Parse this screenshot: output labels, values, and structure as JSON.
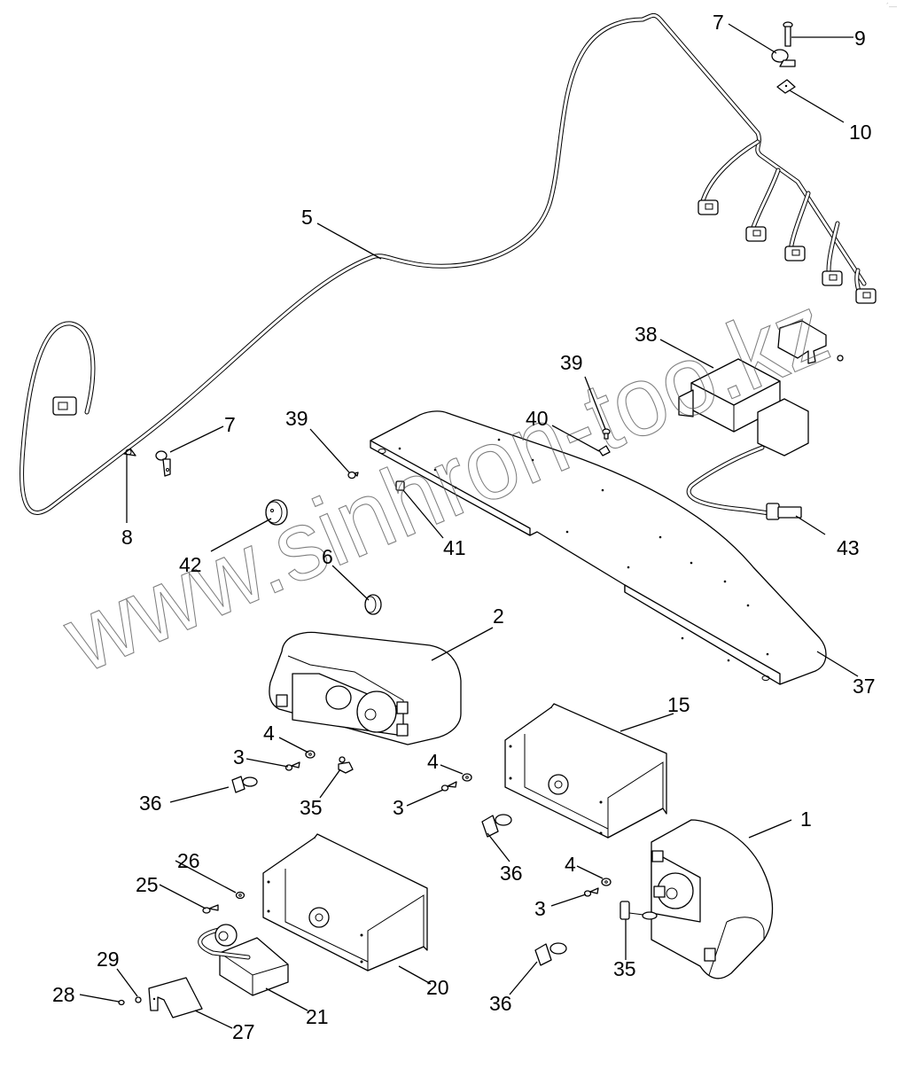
{
  "diagram": {
    "type": "exploded-parts-diagram",
    "subject": "Lighting assembly with wire harness, lamps and mounting bracket",
    "watermark": "www.sinhron-too.kz",
    "corner_mark": "´—",
    "colors": {
      "line": "#000000",
      "background": "#ffffff",
      "watermark": "#555555"
    },
    "callouts": [
      {
        "id": "c1",
        "label": "1",
        "part": "lamp-right"
      },
      {
        "id": "c2",
        "label": "2",
        "part": "lamp-left"
      },
      {
        "id": "c3a",
        "label": "3",
        "part": "screw"
      },
      {
        "id": "c3b",
        "label": "3",
        "part": "screw"
      },
      {
        "id": "c3c",
        "label": "3",
        "part": "screw"
      },
      {
        "id": "c4a",
        "label": "4",
        "part": "washer"
      },
      {
        "id": "c4b",
        "label": "4",
        "part": "washer"
      },
      {
        "id": "c4c",
        "label": "4",
        "part": "washer"
      },
      {
        "id": "c5",
        "label": "5",
        "part": "wire-harness"
      },
      {
        "id": "c6",
        "label": "6",
        "part": "grommet"
      },
      {
        "id": "c7a",
        "label": "7",
        "part": "clamp"
      },
      {
        "id": "c7b",
        "label": "7",
        "part": "clamp"
      },
      {
        "id": "c8",
        "label": "8",
        "part": "fastener"
      },
      {
        "id": "c9",
        "label": "9",
        "part": "bolt"
      },
      {
        "id": "c10",
        "label": "10",
        "part": "nut-plate"
      },
      {
        "id": "c15",
        "label": "15",
        "part": "work-lamp"
      },
      {
        "id": "c20",
        "label": "20",
        "part": "work-lamp"
      },
      {
        "id": "c21",
        "label": "21",
        "part": "relay-module"
      },
      {
        "id": "c25",
        "label": "25",
        "part": "screw"
      },
      {
        "id": "c26",
        "label": "26",
        "part": "washer"
      },
      {
        "id": "c27",
        "label": "27",
        "part": "bracket"
      },
      {
        "id": "c28",
        "label": "28",
        "part": "screw"
      },
      {
        "id": "c29",
        "label": "29",
        "part": "nut"
      },
      {
        "id": "c35a",
        "label": "35",
        "part": "bulb-socket"
      },
      {
        "id": "c35b",
        "label": "35",
        "part": "bulb-socket"
      },
      {
        "id": "c36a",
        "label": "36",
        "part": "halogen-bulb"
      },
      {
        "id": "c36b",
        "label": "36",
        "part": "halogen-bulb"
      },
      {
        "id": "c36c",
        "label": "36",
        "part": "halogen-bulb"
      },
      {
        "id": "c37",
        "label": "37",
        "part": "mounting-plate"
      },
      {
        "id": "c38",
        "label": "38",
        "part": "control-module"
      },
      {
        "id": "c39a",
        "label": "39",
        "part": "rivet"
      },
      {
        "id": "c39b",
        "label": "39",
        "part": "rivet"
      },
      {
        "id": "c40",
        "label": "40",
        "part": "clip-nut"
      },
      {
        "id": "c41",
        "label": "41",
        "part": "clip-nut"
      },
      {
        "id": "c42",
        "label": "42",
        "part": "grommet"
      },
      {
        "id": "c43",
        "label": "43",
        "part": "sensor"
      }
    ]
  }
}
